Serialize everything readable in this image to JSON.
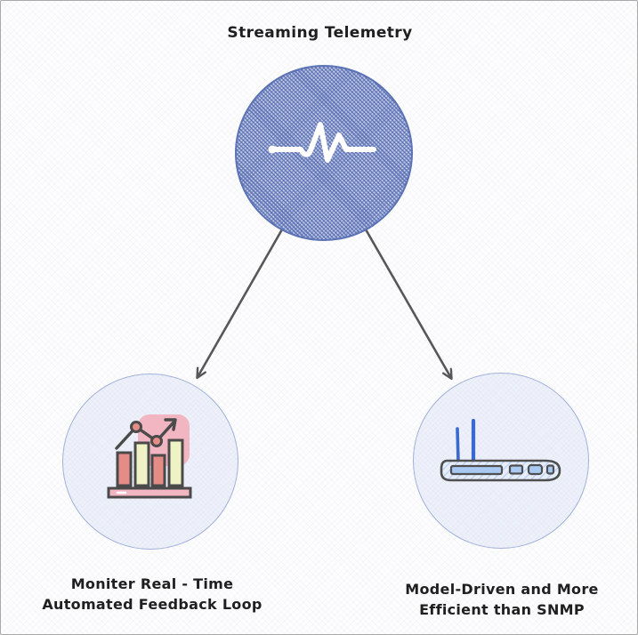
{
  "diagram": {
    "title": "Streaming Telemetry",
    "nodes": [
      {
        "id": "telemetry",
        "icon": "pulse-waveform-icon",
        "label": ""
      },
      {
        "id": "monitor",
        "icon": "bar-chart-icon",
        "label_line1": "Moniter Real - Time",
        "label_line2": "Automated Feedback Loop"
      },
      {
        "id": "router",
        "icon": "router-icon",
        "label_line1": "Model-Driven and More",
        "label_line2": "Efficient than SNMP"
      }
    ],
    "edges": [
      {
        "from": "telemetry",
        "to": "monitor",
        "style": "arrow"
      },
      {
        "from": "telemetry",
        "to": "router",
        "style": "arrow"
      }
    ],
    "colors": {
      "telemetry_node_hatch_blue": "#5d71b4",
      "telemetry_node_stroke": "#5b72b5",
      "light_node_fill": "#eef1f9",
      "light_node_stroke": "#a3b1d9",
      "arrow": "#575757",
      "router_blue": "#3a6ad0",
      "router_slot_fill": "#a9c8f2",
      "router_body_hatch": "#b9cdf2",
      "chart_salmon": "#e58c86",
      "chart_light_yellow": "#eef2c4",
      "chart_pink": "#f2b6c3",
      "chart_outline": "#4a4a4a",
      "text": "#1f1f1f"
    }
  }
}
